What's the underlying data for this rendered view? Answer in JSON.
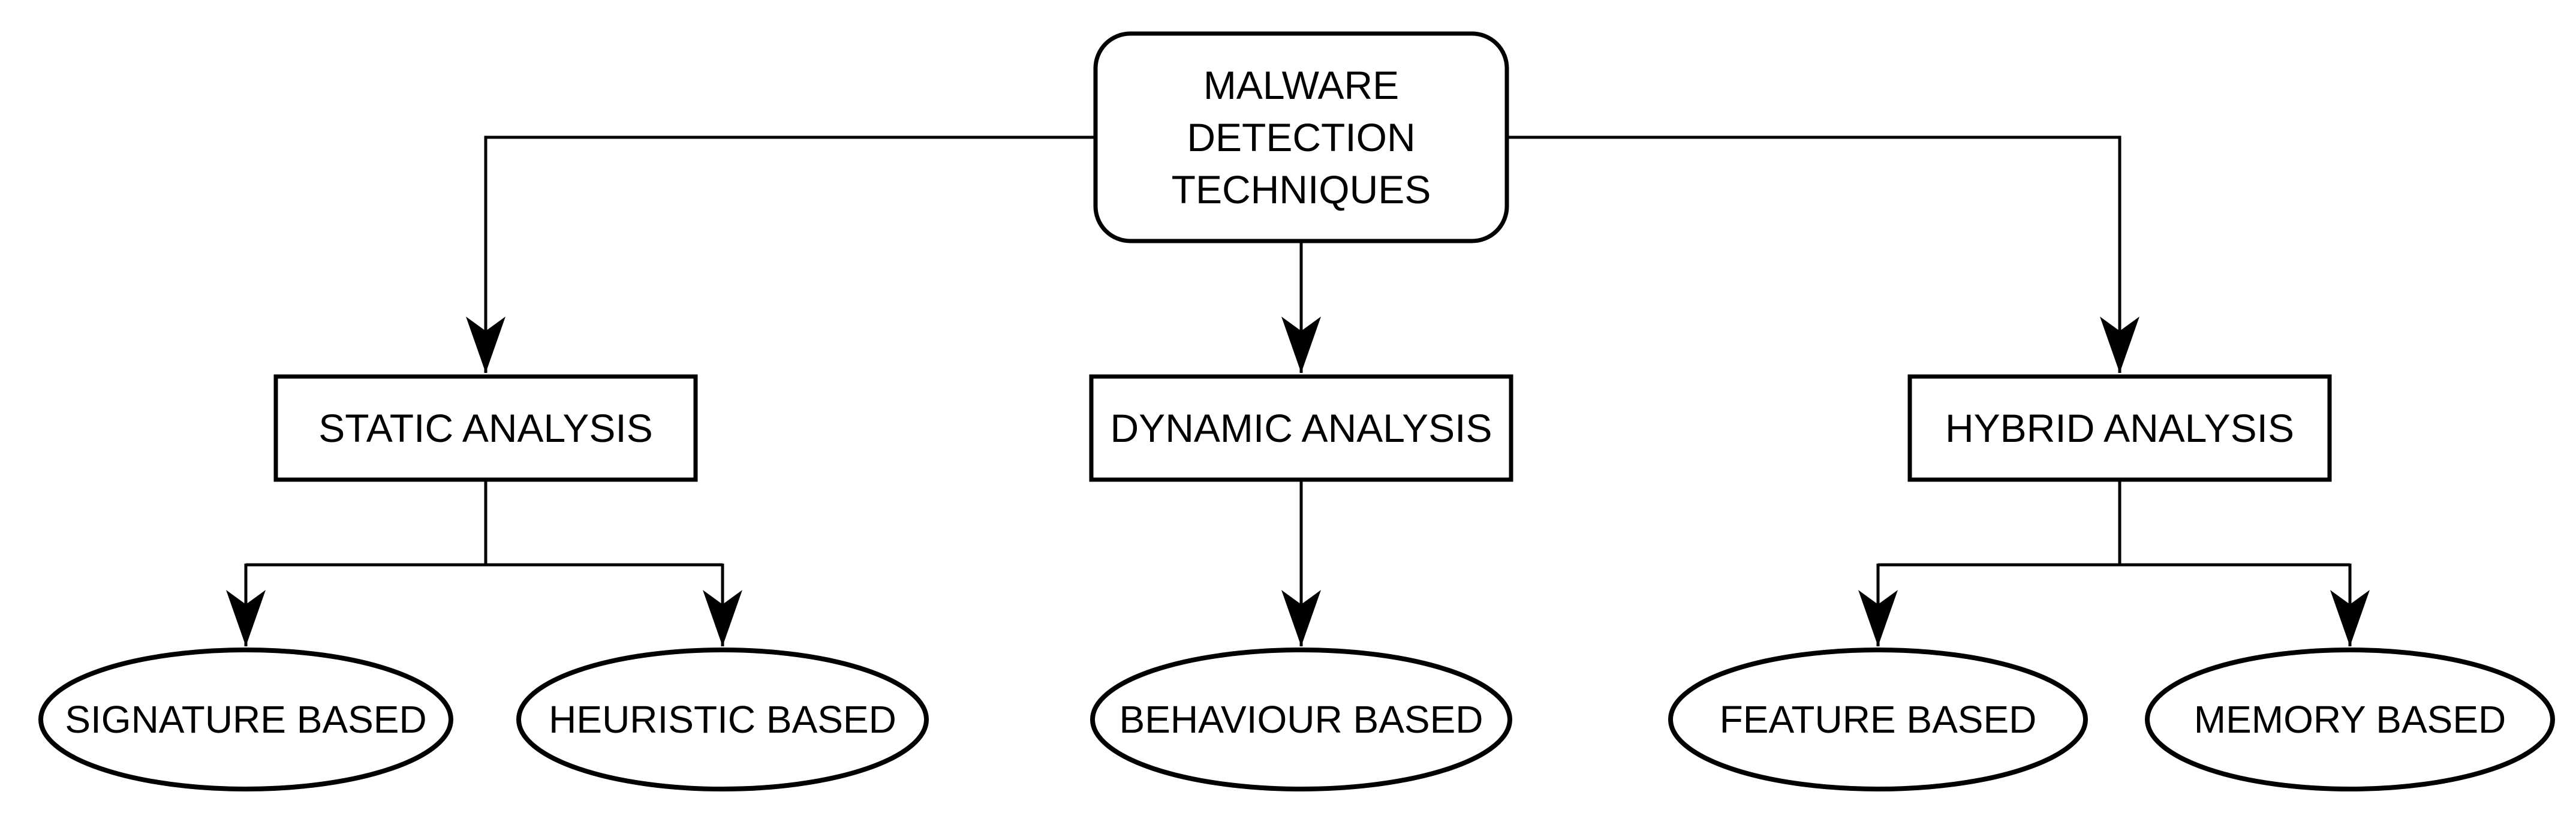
{
  "diagram": {
    "colors": {
      "background": "#ffffff",
      "stroke": "#000000",
      "node_fill": "#ffffff",
      "text": "#000000"
    },
    "root": {
      "label": "MALWARE DETECTION TECHNIQUES",
      "shape": "rounded-rectangle",
      "lines": [
        "MALWARE",
        "DETECTION",
        "TECHNIQUES"
      ]
    },
    "branches": [
      {
        "label": "STATIC ANALYSIS",
        "shape": "rectangle"
      },
      {
        "label": "DYNAMIC ANALYSIS",
        "shape": "rectangle"
      },
      {
        "label": "HYBRID ANALYSIS",
        "shape": "rectangle"
      }
    ],
    "leaves": [
      {
        "label": "SIGNATURE BASED",
        "shape": "ellipse"
      },
      {
        "label": "HEURISTIC BASED",
        "shape": "ellipse"
      },
      {
        "label": "BEHAVIOUR BASED",
        "shape": "ellipse"
      },
      {
        "label": "FEATURE BASED",
        "shape": "ellipse"
      },
      {
        "label": "MEMORY BASED",
        "shape": "ellipse"
      }
    ],
    "edges": [
      {
        "from": "MALWARE DETECTION TECHNIQUES",
        "to": "STATIC ANALYSIS"
      },
      {
        "from": "MALWARE DETECTION TECHNIQUES",
        "to": "DYNAMIC ANALYSIS"
      },
      {
        "from": "MALWARE DETECTION TECHNIQUES",
        "to": "HYBRID ANALYSIS"
      },
      {
        "from": "STATIC ANALYSIS",
        "to": "SIGNATURE BASED"
      },
      {
        "from": "STATIC ANALYSIS",
        "to": "HEURISTIC BASED"
      },
      {
        "from": "DYNAMIC ANALYSIS",
        "to": "BEHAVIOUR BASED"
      },
      {
        "from": "HYBRID ANALYSIS",
        "to": "FEATURE BASED"
      },
      {
        "from": "HYBRID ANALYSIS",
        "to": "MEMORY BASED"
      }
    ]
  }
}
